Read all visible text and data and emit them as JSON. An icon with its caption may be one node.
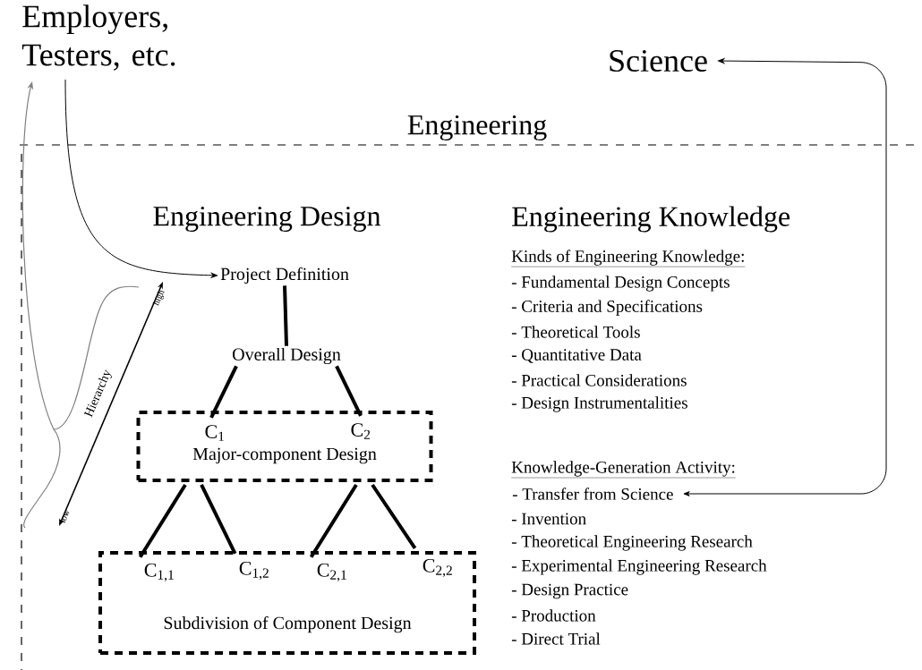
{
  "diagram": {
    "nodes": [
      {
        "text": [
          "Employers, Testers, etc."
        ]
      },
      {
        "text": [
          "Science"
        ]
      },
      {
        "text": [
          "Project Definition"
        ]
      },
      {
        "text": [
          "Overall Design"
        ]
      },
      {
        "text": [
          "Major-component Design"
        ]
      },
      {
        "text": [
          "C$_{1}$"
        ],
        "in": 4
      },
      {
        "text": [
          "C$_{2}$"
        ],
        "in": 4
      },
      {
        "text": [
          "Subdivision of Component Design"
        ]
      },
      {
        "text": [
          "C$_{1,1}$"
        ],
        "in": 7
      },
      {
        "text": [
          "C$_{1,2}$"
        ],
        "in": 7
      },
      {
        "text": [
          "C$_{2,1}$"
        ],
        "in": 7
      },
      {
        "text": [
          "C$_{2,2}$"
        ],
        "in": 7
      },
      {
        "text": [
          "- Transfer from Science"
        ]
      },
      {
        "text": [],
        "shape": "brace"
      }
    ],
    "edges": [
      {
        "from": 0,
        "to": 2,
        "arrow": "to"
      },
      {
        "from": 13,
        "to": 0,
        "arrow": "to",
        "color": "#808080"
      },
      {
        "from": 2,
        "to": 3,
        "arrow": "none"
      },
      {
        "from": 3,
        "to": 5,
        "arrow": "none"
      },
      {
        "from": 3,
        "to": 6,
        "arrow": "none"
      },
      {
        "from": 5,
        "to": 8,
        "arrow": "none"
      },
      {
        "from": 5,
        "to": 9,
        "arrow": "none"
      },
      {
        "from": 6,
        "to": 10,
        "arrow": "none"
      },
      {
        "from": 6,
        "to": 11,
        "arrow": "none"
      },
      {
        "from": 12,
        "to": 1,
        "arrow": "both"
      }
    ],
    "labels": [
      "Engineering",
      "Engineering Design",
      "Engineering Knowledge",
      "Kinds of Engineering Knowledge:",
      "- Fundamental Design Concepts",
      "- Criteria and Specifications",
      "- Theoretical Tools",
      "- Quantitative Data",
      "- Practical Considerations",
      "- Design Instrumentalities",
      "high",
      "Hierarchy",
      "low",
      "Knowledge-Generation Activity:",
      "- Invention",
      "- Theoretical Engineering Research",
      "- Experimental Engineering Research",
      "- Design Practice",
      "- Production",
      "- Direct Trial"
    ]
  }
}
